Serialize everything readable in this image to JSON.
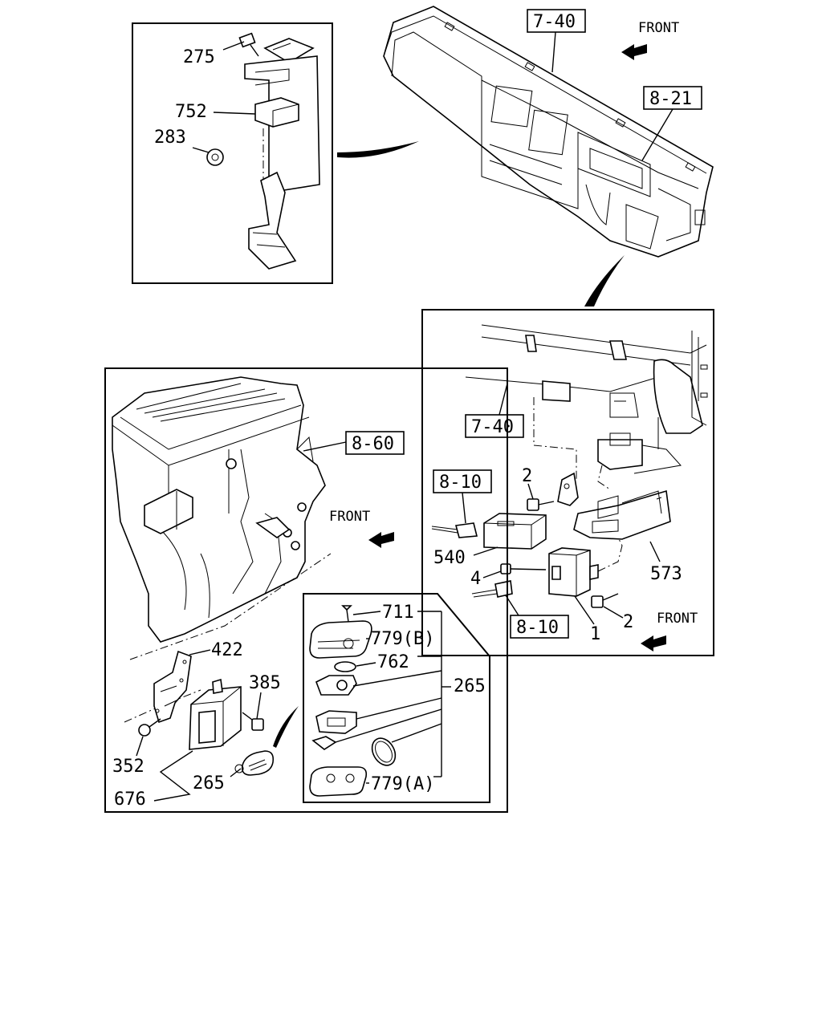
{
  "front_label": "FRONT",
  "refs": {
    "dash_panel_top": "7-40",
    "meter_cluster": "8-21",
    "heater_unit": "8-60",
    "dash_panel_detail": "7-40",
    "relay_a": "8-10",
    "relay_b": "8-10"
  },
  "parts": {
    "p275": "275",
    "p752": "752",
    "p283": "283",
    "p2a": "2",
    "p540": "540",
    "p4": "4",
    "p573": "573",
    "p1": "1",
    "p2b": "2",
    "p422": "422",
    "p385": "385",
    "p352": "352",
    "p265a": "265",
    "p676": "676",
    "p711": "711",
    "p779b": "779(B)",
    "p762": "762",
    "p265b": "265",
    "p779a": "779(A)"
  }
}
